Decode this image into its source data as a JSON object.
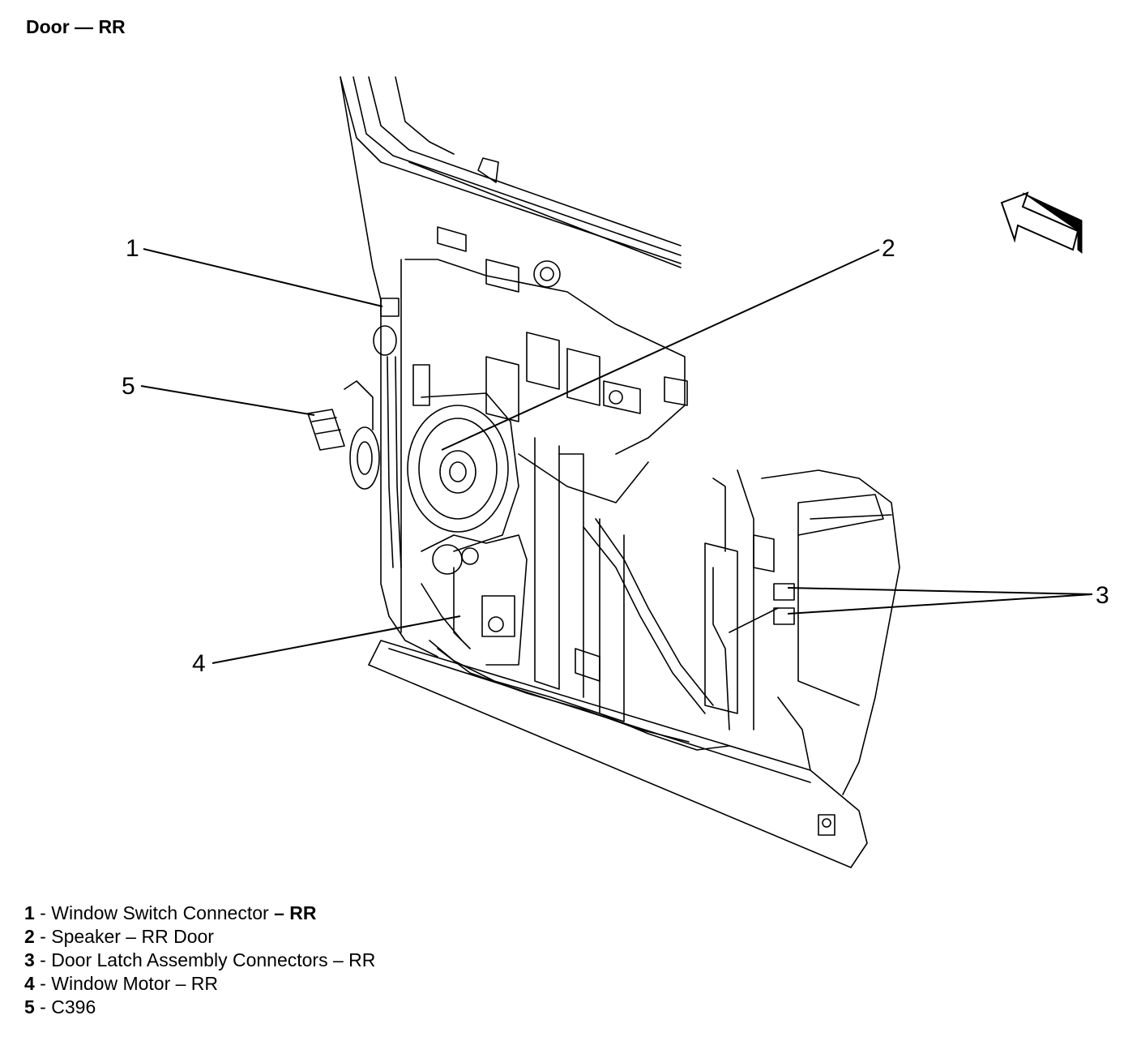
{
  "title": "Door — RR",
  "callouts": [
    "1",
    "2",
    "3",
    "4",
    "5"
  ],
  "legend": [
    {
      "num": "1",
      "sep": " - ",
      "label": "Window Switch Connector",
      "qualifier": " – RR"
    },
    {
      "num": "2",
      "sep": " - ",
      "label": "Speaker – RR Door",
      "qualifier": ""
    },
    {
      "num": "3",
      "sep": " - ",
      "label": "Door Latch Assembly Connectors – RR",
      "qualifier": ""
    },
    {
      "num": "4",
      "sep": " - ",
      "label": "Window Motor – RR",
      "qualifier": ""
    },
    {
      "num": "5",
      "sep": " - ",
      "label": "C396",
      "qualifier": ""
    }
  ],
  "icons": {
    "direction": "direction-arrow-icon"
  },
  "colors": {
    "line": "#000000",
    "background": "#ffffff"
  }
}
